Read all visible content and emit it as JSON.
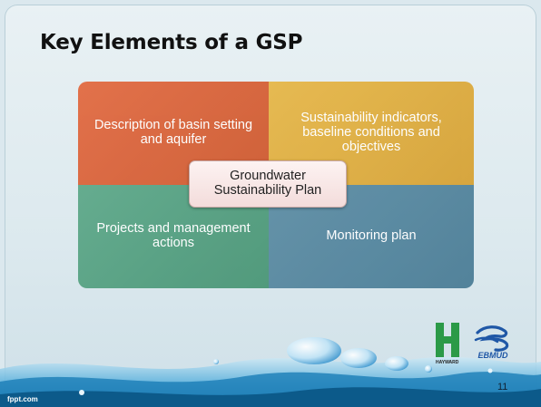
{
  "slide": {
    "title": "Key Elements of a GSP",
    "quadrants": [
      {
        "label": "Description of basin setting and aquifer",
        "color": "#dc643a"
      },
      {
        "label": "Sustainability indicators, baseline conditions and objectives",
        "color": "#e0ae40"
      },
      {
        "label": "Projects and management actions",
        "color": "#56a081"
      },
      {
        "label": "Monitoring plan",
        "color": "#56879f"
      }
    ],
    "center": {
      "label": "Groundwater Sustainability Plan"
    },
    "logos": {
      "hayward_caption": "HAYWARD",
      "ebmud_caption": "EBMUD"
    },
    "page_number": "11",
    "credit": "fppt.com"
  }
}
